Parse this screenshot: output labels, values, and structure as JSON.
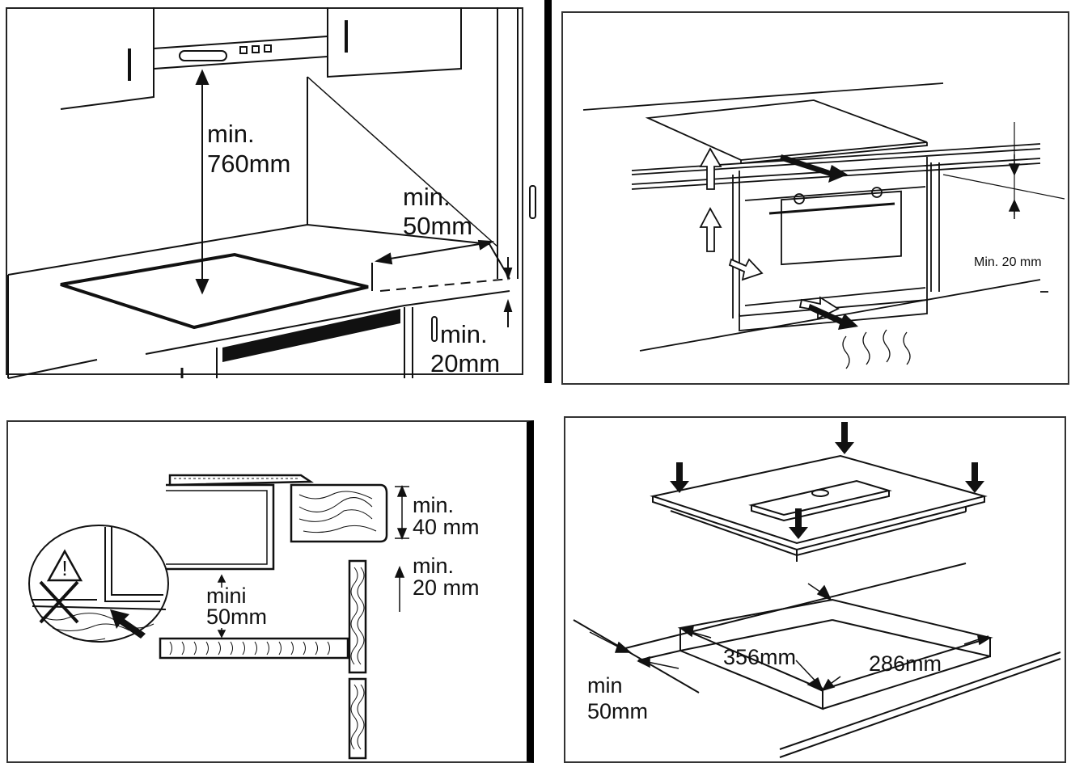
{
  "panel_hood": {
    "label_min_760": [
      "min.",
      "760mm"
    ],
    "label_min_50": [
      "min.",
      "50mm"
    ],
    "label_min_20": [
      "min.",
      "20mm"
    ]
  },
  "panel_oven": {
    "label_min_20": "Min. 20 mm"
  },
  "panel_worktop": {
    "label_min_40": [
      "min.",
      "40 mm"
    ],
    "label_min_20": [
      "min.",
      "20 mm"
    ],
    "label_mini_50": [
      "mini",
      "50mm"
    ],
    "warning_symbol": "!"
  },
  "panel_cutout": {
    "label_356": "356mm",
    "label_286": "286mm",
    "label_min_50": [
      "min",
      "50mm"
    ]
  }
}
